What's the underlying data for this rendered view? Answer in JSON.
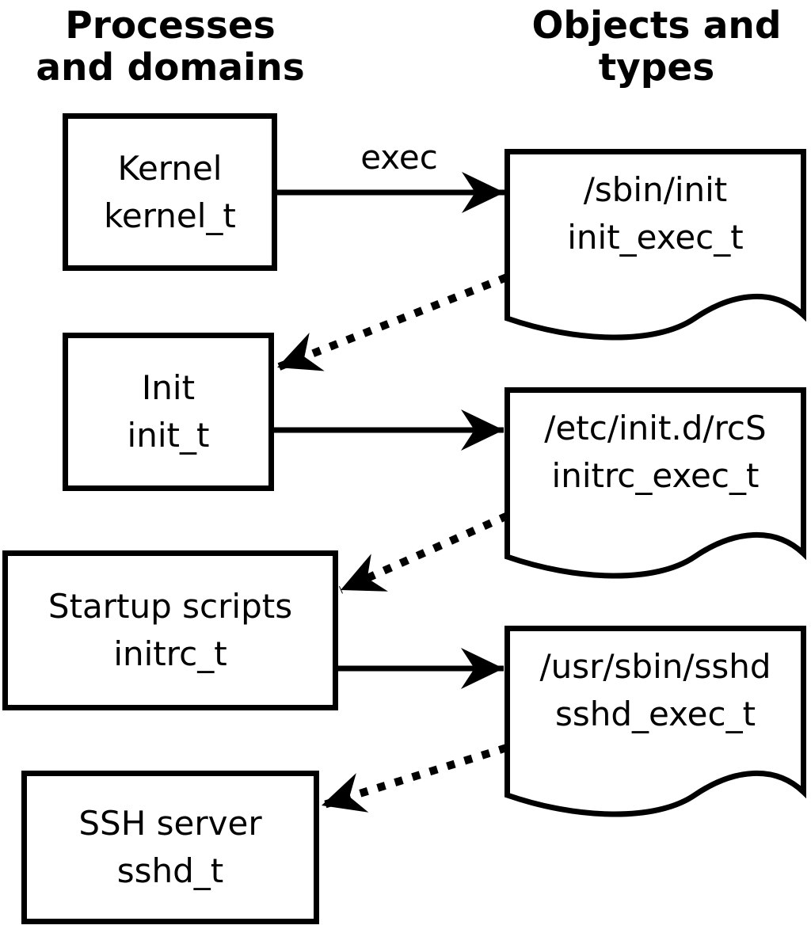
{
  "colors": {
    "ink": "#000000",
    "background": "#ffffff"
  },
  "headers": {
    "left": {
      "lines": [
        "Processes",
        "and domains"
      ]
    },
    "right": {
      "lines": [
        "Objects and",
        "types"
      ]
    }
  },
  "process_nodes": [
    {
      "label": "Kernel",
      "type": "kernel_t"
    },
    {
      "label": "Init",
      "type": "init_t"
    },
    {
      "label": "Startup scripts",
      "type": "initrc_t"
    },
    {
      "label": "SSH server",
      "type": "sshd_t"
    }
  ],
  "object_nodes": [
    {
      "path": "/sbin/init",
      "type": "init_exec_t"
    },
    {
      "path": "/etc/init.d/rcS",
      "type": "initrc_exec_t"
    },
    {
      "path": "/usr/sbin/sshd",
      "type": "sshd_exec_t"
    }
  ],
  "edges": [
    {
      "from": "kernel_t",
      "to": "init_exec_t",
      "style": "solid",
      "label": "exec"
    },
    {
      "from": "init_exec_t",
      "to": "init_t",
      "style": "dotted",
      "label": ""
    },
    {
      "from": "init_t",
      "to": "initrc_exec_t",
      "style": "solid",
      "label": ""
    },
    {
      "from": "initrc_exec_t",
      "to": "initrc_t",
      "style": "dotted",
      "label": ""
    },
    {
      "from": "initrc_t",
      "to": "sshd_exec_t",
      "style": "solid",
      "label": ""
    },
    {
      "from": "sshd_exec_t",
      "to": "sshd_t",
      "style": "dotted",
      "label": ""
    }
  ]
}
